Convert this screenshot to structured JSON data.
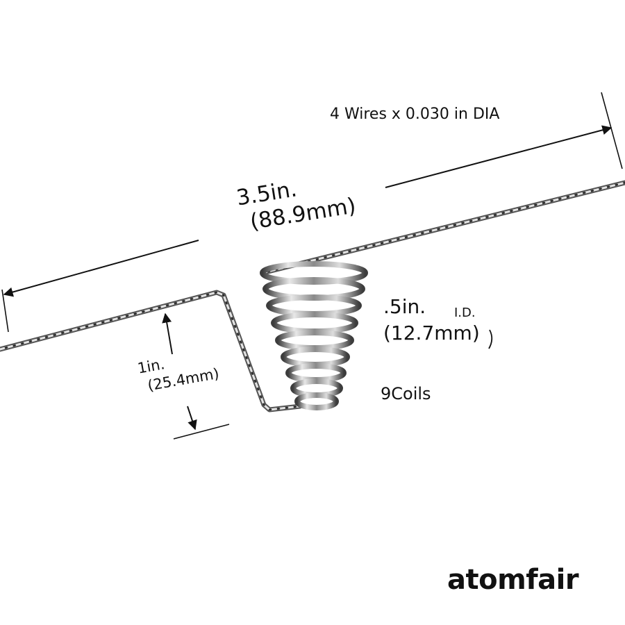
{
  "diagram": {
    "wires_label": "4 Wires x 0.030 in DIA",
    "overall_length": {
      "imperial": "3.5in.",
      "metric": "(88.9mm)"
    },
    "leg_height": {
      "imperial": "1in.",
      "metric": "(25.4mm)"
    },
    "inner_diameter": {
      "imperial": ".5in.",
      "metric": "(12.7mm)",
      "tag": "I.D."
    },
    "coils_label": "9Coils"
  },
  "brand": {
    "logo_text": "atomfair"
  },
  "colors": {
    "ink": "#111111",
    "wire_dark": "#4a4a4a",
    "wire_light": "#dcdcdc",
    "background": "#ffffff"
  }
}
